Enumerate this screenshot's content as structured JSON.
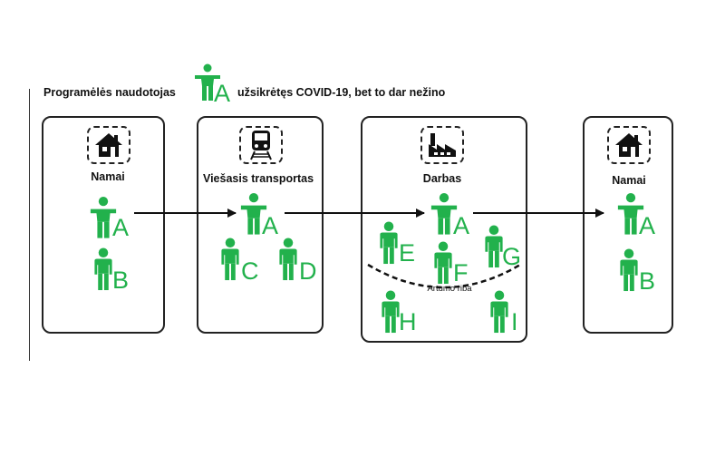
{
  "legend": {
    "user_label": "Programėlės naudotojas",
    "infected_label": "užsikrėtęs COVID-19, bet to dar nežino",
    "example_letter": "A"
  },
  "panels": [
    {
      "label": "Namai",
      "icon": "house-icon",
      "people": [
        "A",
        "B"
      ]
    },
    {
      "label": "Viešasis transportas",
      "icon": "train-icon",
      "people": [
        "A",
        "C",
        "D"
      ]
    },
    {
      "label": "Darbas",
      "icon": "factory-icon",
      "people": [
        "A",
        "E",
        "F",
        "G",
        "H",
        "I"
      ]
    },
    {
      "label": "Namai",
      "icon": "house-icon",
      "people": [
        "A",
        "B"
      ]
    }
  ],
  "proximity": {
    "label": "Artumo riba"
  },
  "colors": {
    "person": "#22b14c",
    "outline": "#222222"
  }
}
